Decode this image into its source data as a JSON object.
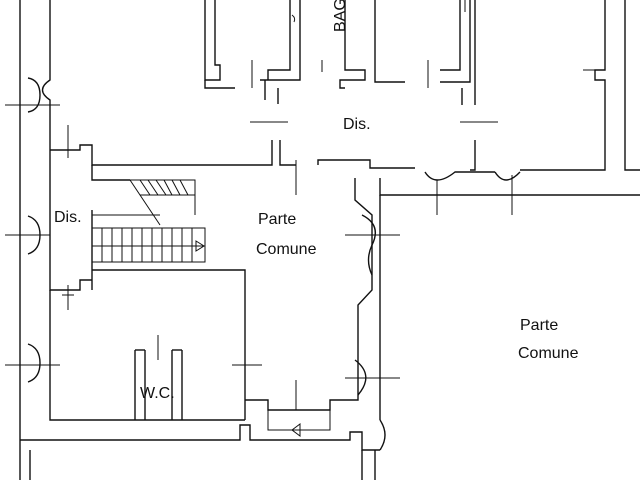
{
  "rooms": {
    "bagno": "BAG",
    "dis_top": "Dis.",
    "dis_left": "Dis.",
    "parte_comune_center_1": "Parte",
    "parte_comune_center_2": "Comune",
    "parte_comune_right_1": "Parte",
    "parte_comune_right_2": "Comune",
    "wc": "W.C."
  }
}
